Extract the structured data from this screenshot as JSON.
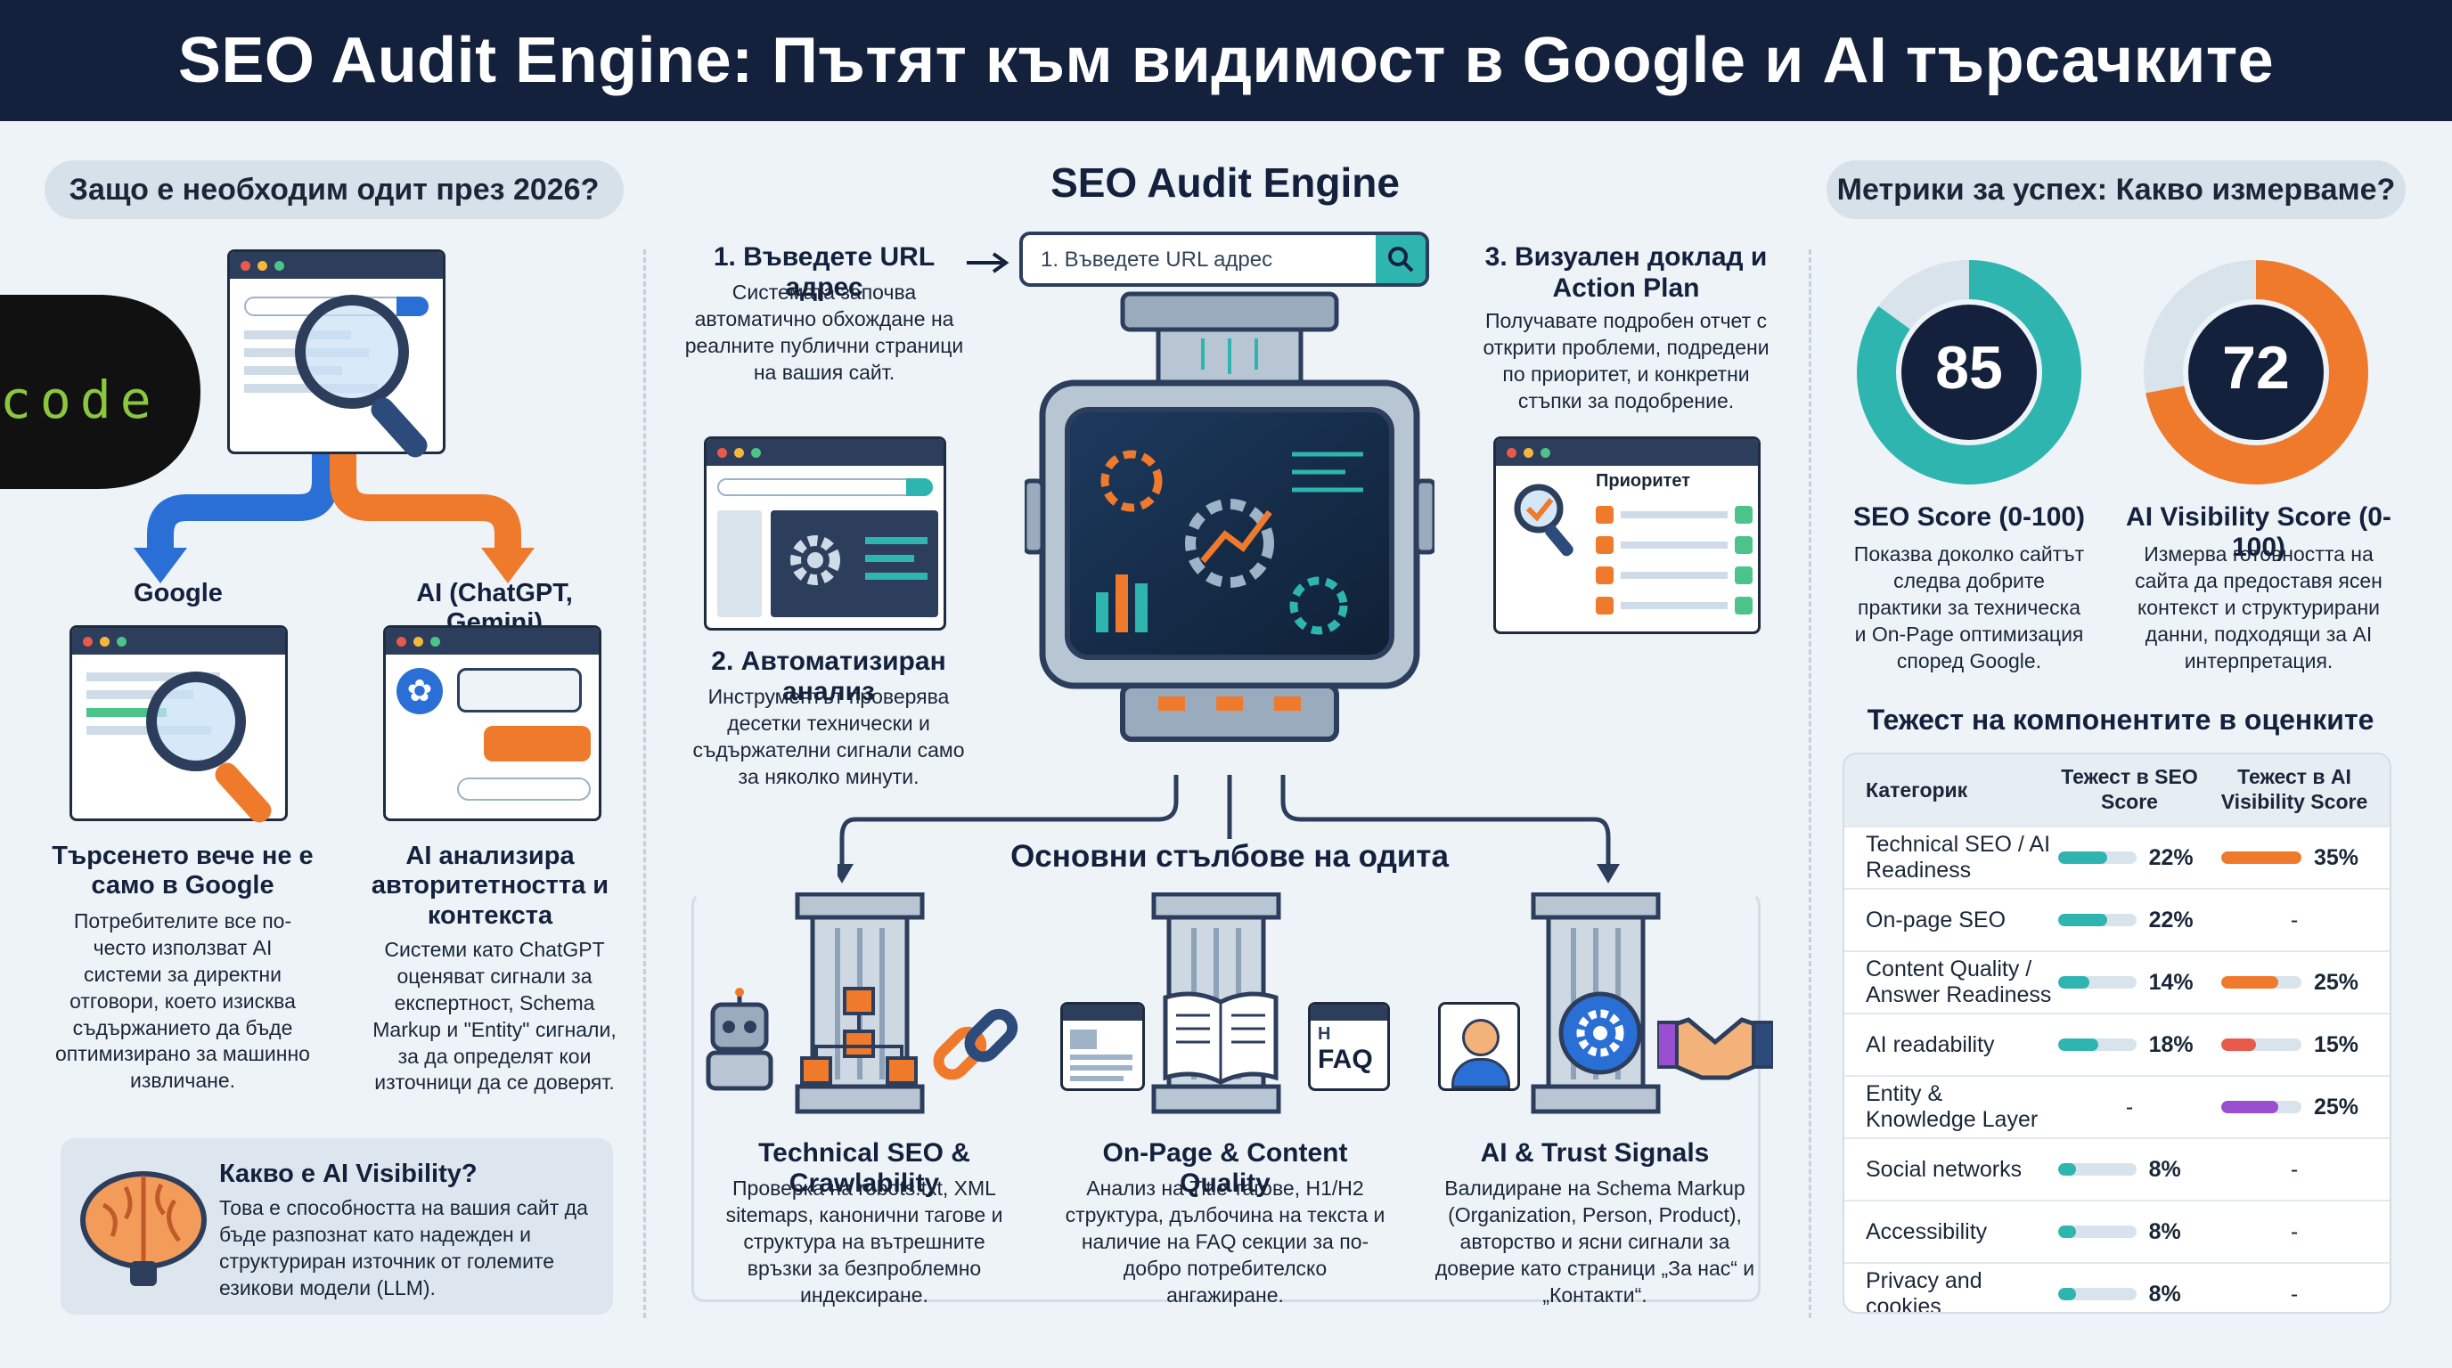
{
  "header": {
    "title": "SEO Audit Engine: Пътят към видимост в Google и AI търсачките"
  },
  "left": {
    "pill": "Защо е необходим одит през 2026?",
    "logo_text": "code",
    "google_label": "Google",
    "ai_label": "AI (ChatGPT, Gemini)",
    "col1_title": "Търсенето вече не е само в Google",
    "col1_body": "Потребителите все по-често използват AI системи за директни отговори, което изисква съдържанието да бъде оптимизирано за машинно извличане.",
    "col2_title": "AI анализира авторитетността и контекста",
    "col2_body": "Системи като ChatGPT оценяват сигнали за експертност, Schema Markup и \"Entity\" сигнали, за да определят кои източници да се доверят.",
    "box_title": "Какво е AI Visibility?",
    "box_body": "Това е способността на вашия сайт да бъде разпознат като надежден и структуриран източник от големите езикови модели (LLM)."
  },
  "center": {
    "title": "SEO Audit Engine",
    "step1_title": "1. Въведете URL адрес",
    "step1_body": "Системата започва автоматично обхождане на реалните публични страници на вашия сайт.",
    "search_placeholder": "1. Въведете URL адрес",
    "step2_title": "2. Автоматизиран анализ",
    "step2_body": "Инструментът проверява десетки технически и съдържателни сигнали само за няколко минути.",
    "step3_title": "3. Визуален доклад и Action Plan",
    "step3_body": "Получавате подробен отчет с открити проблеми, подредени по приоритет, и конкретни стъпки за подобрение.",
    "priority_label": "Приоритет",
    "pillars_title": "Основни стълбове на одита",
    "faq_label": "FAQ",
    "pillars": [
      {
        "title": "Technical SEO & Crawlability",
        "body": "Проверка на robots.txt, XML sitemaps, канонични тагове и структура на вътрешните връзки за безпроблемно индексиране."
      },
      {
        "title": "On-Page & Content Quality",
        "body": "Анализ на Title тагове, H1/H2 структура, дълбочина на текста и наличие на FAQ секции за по-добро потребителско ангажиране."
      },
      {
        "title": "AI & Trust Signals",
        "body": "Валидиране на Schema Markup (Organization, Person, Product), авторство и ясни сигнали за доверие като страници „За нас“ и „Контакти“."
      }
    ]
  },
  "right": {
    "pill": "Метрики за успех: Какво измерваме?",
    "seo_score": "85",
    "ai_score": "72",
    "seo_title": "SEO Score (0-100)",
    "seo_body": "Показва доколко сайтът следва добрите практики за техническа и On-Page оптимизация според Google.",
    "ai_title": "AI Visibility Score (0-100)",
    "ai_body": "Измерва готовността на сайта да предоставя ясен контекст и структурирани данни, подходящи за AI интерпретация.",
    "table_title": "Тежест на компонентите в оценките",
    "table_headers": [
      "Категорик",
      "Тежест в SEO Score",
      "Тежест в AI Visibility Score"
    ],
    "rows": [
      {
        "name": "Technical SEO / AI Readiness",
        "seo": "22%",
        "seo_val": 22,
        "ai": "35%",
        "ai_val": 35,
        "ai_color": "#f07a2c"
      },
      {
        "name": "On-page SEO",
        "seo": "22%",
        "seo_val": 22,
        "ai": "-",
        "ai_val": 0,
        "ai_color": "#f07a2c"
      },
      {
        "name": "Content Quality / Answer Readiness",
        "seo": "14%",
        "seo_val": 14,
        "ai": "25%",
        "ai_val": 25,
        "ai_color": "#f07a2c"
      },
      {
        "name": "AI readability",
        "seo": "18%",
        "seo_val": 18,
        "ai": "15%",
        "ai_val": 15,
        "ai_color": "#e85a4a"
      },
      {
        "name": "Entity & Knowledge Layer",
        "seo": "-",
        "seo_val": 0,
        "ai": "25%",
        "ai_val": 25,
        "ai_color": "#9a4fd0"
      },
      {
        "name": "Social networks",
        "seo": "8%",
        "seo_val": 8,
        "ai": "-",
        "ai_val": 0,
        "ai_color": "#f07a2c"
      },
      {
        "name": "Accessibility",
        "seo": "8%",
        "seo_val": 8,
        "ai": "-",
        "ai_val": 0,
        "ai_color": "#f07a2c"
      },
      {
        "name": "Privacy and cookies",
        "seo": "8%",
        "seo_val": 8,
        "ai": "-",
        "ai_val": 0,
        "ai_color": "#f07a2c"
      }
    ]
  },
  "colors": {
    "navy": "#14213d",
    "teal": "#2fb5b0",
    "orange": "#f07a2c",
    "blue": "#2a6fd6"
  }
}
